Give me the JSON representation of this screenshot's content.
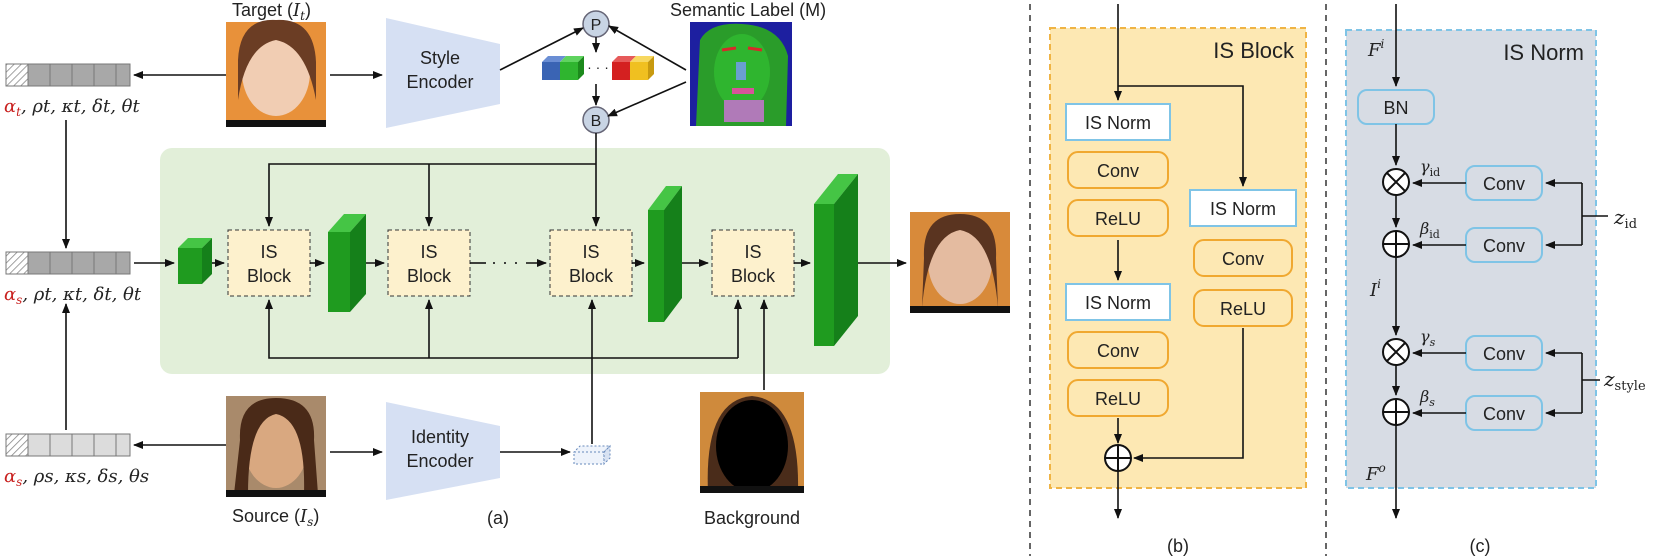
{
  "panel_a": {
    "target_label": "Target (",
    "target_sym": "I",
    "target_sub": "t",
    "target_close": ")",
    "source_label": "Source (",
    "source_sym": "I",
    "source_sub": "s",
    "source_close": ")",
    "semantic_label": "Semantic Label (M)",
    "style_encoder": [
      "Style",
      "Encoder"
    ],
    "identity_encoder": [
      "Identity",
      "Encoder"
    ],
    "node_p": "P",
    "node_b": "B",
    "dots": "· · ·",
    "is_block": [
      "IS",
      "Block"
    ],
    "background_label": "Background",
    "params_t_alpha": "α",
    "params_t_alpha_sub": "t",
    "params_t_rest": ", ρt, κt, δt, θt",
    "params_mid_alpha": "α",
    "params_mid_alpha_sub": "s",
    "params_mid_rest": ", ρt, κt, δt, θt",
    "params_s_alpha": "α",
    "params_s_alpha_sub": "s",
    "params_s_rest": ", ρs, κs, δs, θs",
    "caption": "(a)"
  },
  "panel_b": {
    "title": "IS Block",
    "is_norm": "IS Norm",
    "conv": "Conv",
    "relu": "ReLU",
    "caption": "(b)"
  },
  "panel_c": {
    "title": "IS Norm",
    "bn": "BN",
    "conv": "Conv",
    "f_in": "F",
    "f_in_sup": "i",
    "i_mid": "I",
    "i_mid_sup": "i",
    "f_out": "F",
    "f_out_sup": "o",
    "gamma_id": "γ",
    "gamma_id_sub": "id",
    "beta_id": "β",
    "beta_id_sub": "id",
    "gamma_s": "γ",
    "gamma_s_sub": "s",
    "beta_s": "β",
    "beta_s_sub": "s",
    "z_id": "z",
    "z_id_sub": "id",
    "z_style": "z",
    "z_style_sub": "style",
    "caption": "(c)"
  },
  "colors": {
    "encoder_fill": "#d6e0f3",
    "green_area": "#e2efd9",
    "block_fill": "#fdf1cd",
    "panel_b_bg": "#fde8b3",
    "panel_b_border": "#f0b444",
    "panel_c_bg": "#d7dce4",
    "panel_c_border": "#7fc4e6",
    "norm_border": "#7fc4e6",
    "conv_border": "#f0a830",
    "cube_green": "#1f9b1f",
    "param_red": "#c8201e"
  }
}
